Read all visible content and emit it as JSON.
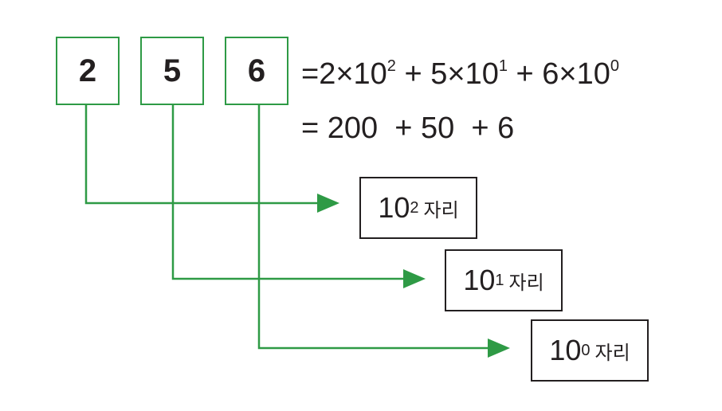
{
  "digits": [
    "2",
    "5",
    "6"
  ],
  "expansion": {
    "line1": {
      "prefix": "=",
      "terms": [
        {
          "text": "2×10",
          "exp": "2"
        },
        {
          "sep": "+",
          "text": "5×10",
          "exp": "1"
        },
        {
          "sep": "+",
          "text": "6×10",
          "exp": "0"
        }
      ]
    },
    "line2": {
      "text": "= 200  + 50  + 6"
    }
  },
  "places": [
    {
      "base": "10",
      "exp": "2",
      "suffix": "자리"
    },
    {
      "base": "10",
      "exp": "1",
      "suffix": "자리"
    },
    {
      "base": "10",
      "exp": "0",
      "suffix": "자리"
    }
  ],
  "colors": {
    "accent": "#2e9a45",
    "text": "#231f20"
  }
}
